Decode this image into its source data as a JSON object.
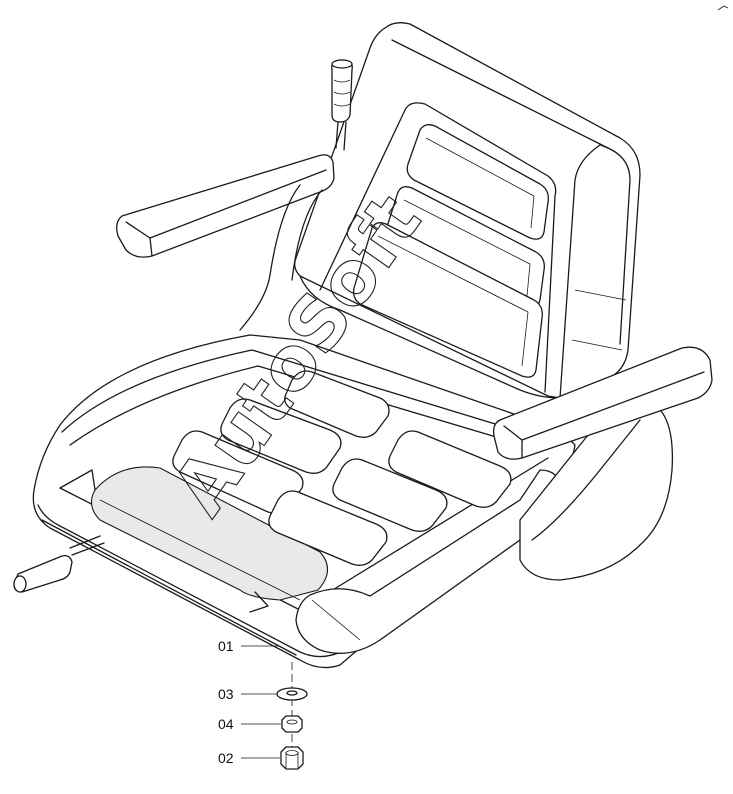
{
  "watermark": "AutoSoft",
  "callouts": [
    {
      "id": "c01",
      "label": "01"
    },
    {
      "id": "c03",
      "label": "03"
    },
    {
      "id": "c04",
      "label": "04"
    },
    {
      "id": "c02",
      "label": "02"
    }
  ]
}
